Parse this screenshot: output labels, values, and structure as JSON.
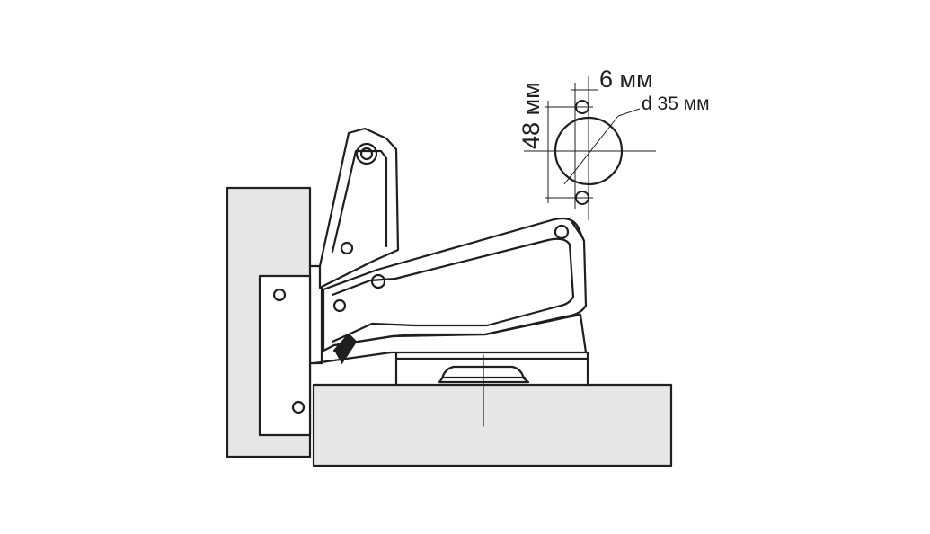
{
  "diagram": {
    "dimensions": {
      "hole_spacing": "6 мм",
      "cup_diameter": "d 35 мм",
      "screw_distance": "48 мм"
    },
    "colors": {
      "panel_fill": "#e6e6e6",
      "line": "#1f1f1f",
      "background": "#ffffff"
    }
  }
}
